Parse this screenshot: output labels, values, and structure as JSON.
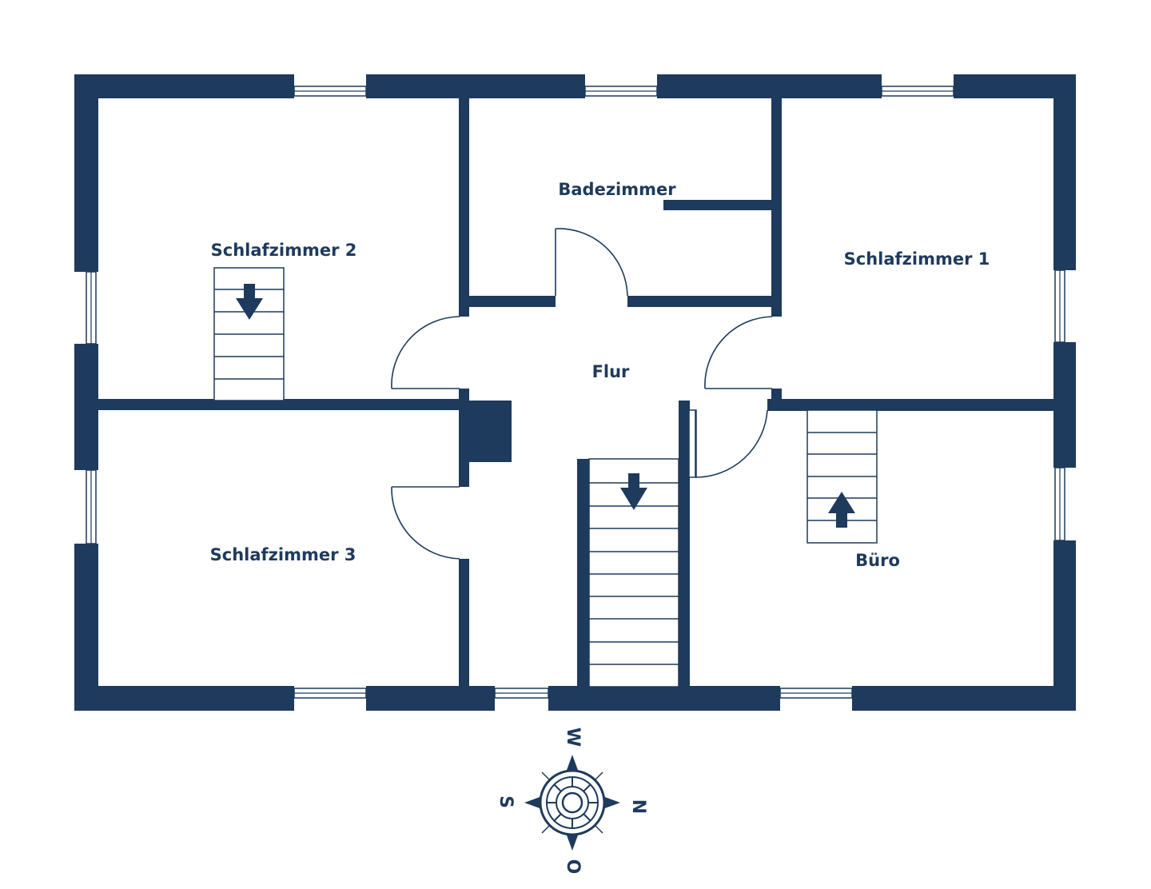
{
  "rooms": {
    "schlafzimmer2": "Schlafzimmer 2",
    "badezimmer": "Badezimmer",
    "schlafzimmer1": "Schlafzimmer 1",
    "flur": "Flur",
    "schlafzimmer3": "Schlafzimmer 3",
    "buero": "Büro"
  },
  "compass": {
    "top": "W",
    "right": "N",
    "bottom": "O",
    "left": "S"
  },
  "colors": {
    "wall": "#1e3a5c",
    "background": "#ffffff"
  }
}
